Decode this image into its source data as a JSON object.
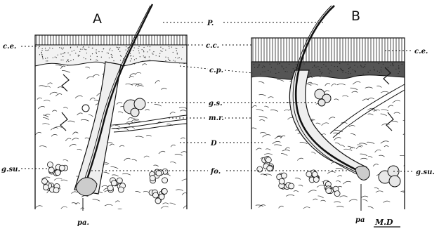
{
  "panels": [
    {
      "id": "A",
      "title": "A"
    },
    {
      "id": "B",
      "title": "B"
    }
  ],
  "labels": {
    "P": "P.",
    "cc": "c.c.",
    "cp": "c.p.",
    "gs": "g.s.",
    "mr": "m.r.",
    "D": "D",
    "fo": "fo.",
    "ce_left": "c.e.",
    "ce_right": "c.e.",
    "gsu_left": "g.su.",
    "gsu_right": "g.su.",
    "pa_left": "pa.",
    "pa_right": "pa"
  },
  "signature": "M.D"
}
